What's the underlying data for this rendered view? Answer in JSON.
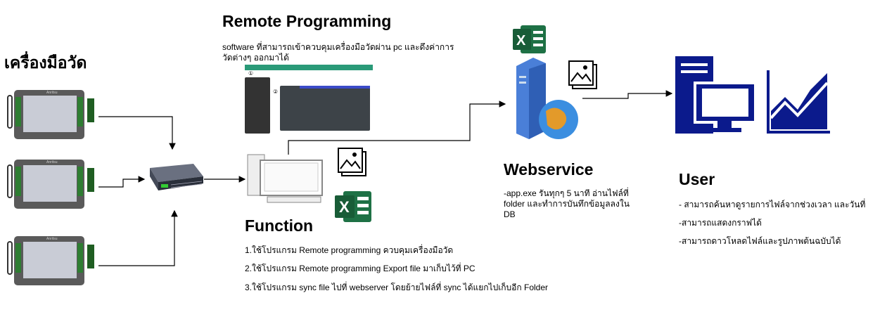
{
  "instruments": {
    "title": "เครื่องมือวัด",
    "brand": "Anritsu"
  },
  "remote": {
    "title": "Remote Programming",
    "description": "software ที่สามารถเข้าควบคุมเครื่องมือวัดผ่าน pc และดึงค่าการวัดต่างๆ ออกมาได้",
    "step_markers": [
      "①",
      "②"
    ]
  },
  "function": {
    "title": "Function",
    "steps": [
      "1.ใช้โปรแกรม Remote programming ควบคุมเครื่องมือวัด",
      "2.ใช้โปรแกรม Remote programming Export file มาเก็บไว้ที่ PC",
      "3.ใช้โปรแกรม sync file ไปที่ webserver  โดยย้ายไฟล์ที่ sync ได้แยกไปเก็บอีก Folder"
    ]
  },
  "webservice": {
    "title": "Webservice",
    "description": "-app.exe รันทุกๆ 5 นาที อ่านไฟล์ที่ folder และทำการบันทึกข้อมูลลงใน DB"
  },
  "user": {
    "title": "User",
    "features": [
      "- สามารถค้นหาดูรายการไฟล์จากช่วงเวลา และวันที่",
      "-สามารถแสดงกราฟได้",
      "-สามารถดาวโหลดไฟล์และรูปภาพต้นฉบับได้"
    ]
  },
  "colors": {
    "navy": "#0b1a8c",
    "excel": "#1e7145",
    "device_green": "#2e7d32"
  }
}
